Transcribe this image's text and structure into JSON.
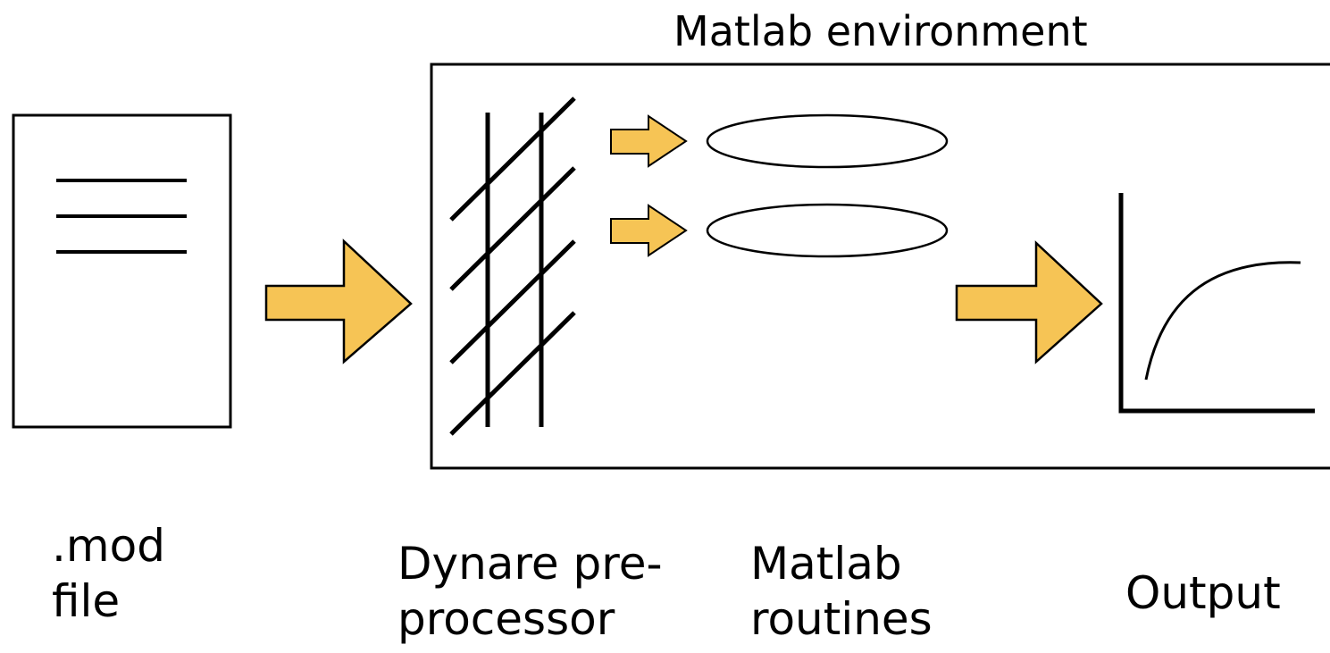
{
  "title": "Matlab environment",
  "labels": {
    "mod_file": [
      ".mod",
      "file"
    ],
    "preprocessor": [
      "Dynare pre-",
      "processor"
    ],
    "matlab_routines": [
      "Matlab",
      "routines"
    ],
    "output": "Output"
  },
  "colors": {
    "arrow_fill": "#F6C455",
    "stroke": "#000000",
    "background": "#FFFFFF"
  }
}
